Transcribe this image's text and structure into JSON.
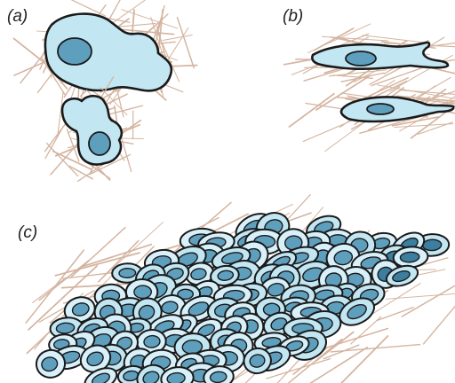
{
  "panels": [
    {
      "id": "a",
      "label": "(a)"
    },
    {
      "id": "b",
      "label": "(b)"
    },
    {
      "id": "c",
      "label": "(c)"
    }
  ],
  "colors": {
    "background": "#ffffff",
    "fibers": "#d4b49f",
    "cell_fill": "#c3e6f3",
    "cell_fill_light": "#d8f0f9",
    "nucleus_fill": "#5f9fbe",
    "nucleus_dark": "#3c7e9f",
    "outline": "#1a1a1a"
  }
}
